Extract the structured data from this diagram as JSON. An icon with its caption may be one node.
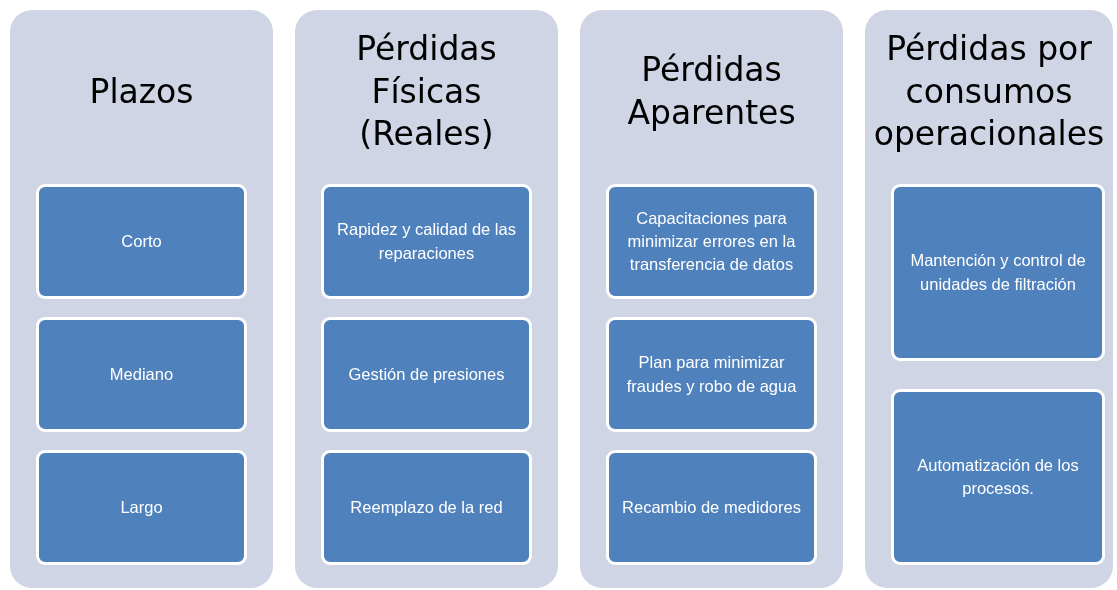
{
  "diagram": {
    "nodes": [
      {
        "text": [
          "Plazos"
        ]
      },
      {
        "text": [
          "Corto"
        ],
        "in": 0
      },
      {
        "text": [
          "Mediano"
        ],
        "in": 0
      },
      {
        "text": [
          "Largo"
        ],
        "in": 0
      },
      {
        "text": [
          "Pérdidas Físicas (Reales)"
        ]
      },
      {
        "text": [
          "Rapidez y calidad de las reparaciones"
        ],
        "in": 4
      },
      {
        "text": [
          "Gestión de presiones"
        ],
        "in": 4
      },
      {
        "text": [
          "Reemplazo de la red"
        ],
        "in": 4
      },
      {
        "text": [
          "Pérdidas Aparentes"
        ]
      },
      {
        "text": [
          "Capacitaciones para minimizar errores en la transferencia de datos"
        ],
        "in": 8
      },
      {
        "text": [
          "Plan para minimizar fraudes y robo de agua"
        ],
        "in": 8
      },
      {
        "text": [
          "Recambio de medidores"
        ],
        "in": 8
      },
      {
        "text": [
          "Pérdidas por consumos operacionales"
        ]
      },
      {
        "text": [
          "Mantención y control de unidades de filtración"
        ],
        "in": 12
      },
      {
        "text": [
          "Automatización de los procesos."
        ],
        "in": 12
      }
    ]
  }
}
